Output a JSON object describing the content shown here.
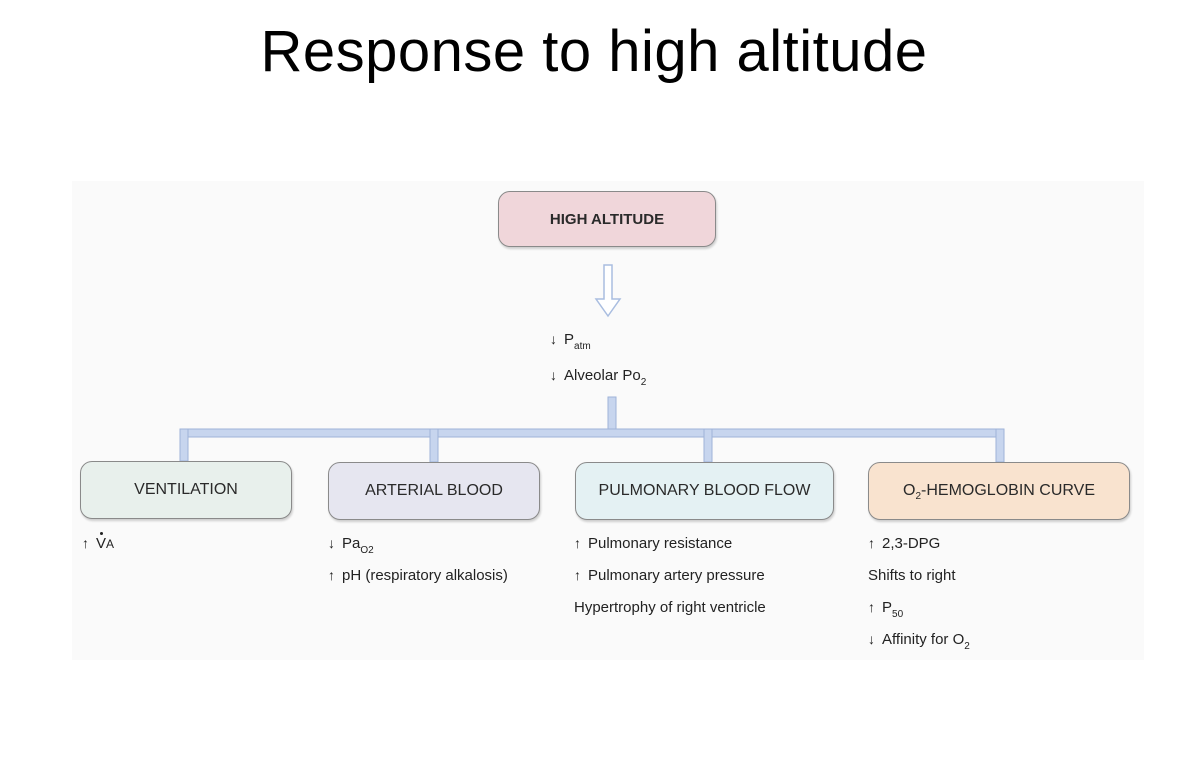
{
  "slide": {
    "title": "Response to high altitude"
  },
  "diagram": {
    "root": "HIGH ALTITUDE",
    "center_effects": [
      {
        "arrow": "↓",
        "text": "P",
        "sub": "atm"
      },
      {
        "arrow": "↓",
        "text": "Alveolar Po",
        "sub": "2"
      }
    ],
    "categories": {
      "ventilation": {
        "label": "VENTILATION",
        "items": [
          {
            "arrow": "↑",
            "text": "V",
            "sub": "A"
          }
        ]
      },
      "arterial": {
        "label": "ARTERIAL BLOOD",
        "items": [
          {
            "arrow": "↓",
            "text": "Pa",
            "sub": "O2"
          },
          {
            "arrow": "↑",
            "text": "pH (respiratory alkalosis)"
          }
        ]
      },
      "pulmonary": {
        "label": "PULMONARY BLOOD FLOW",
        "items": [
          {
            "arrow": "↑",
            "text": "Pulmonary resistance"
          },
          {
            "arrow": "↑",
            "text": "Pulmonary artery pressure"
          },
          {
            "arrow": "",
            "text": "Hypertrophy of right ventricle"
          }
        ]
      },
      "o2curve": {
        "label_prefix": "O",
        "label_sub": "2",
        "label_suffix": "-HEMOGLOBIN CURVE",
        "items": [
          {
            "arrow": "↑",
            "text": "2,3-DPG"
          },
          {
            "arrow": "",
            "text": "Shifts to right"
          },
          {
            "arrow": "↑",
            "text": "P",
            "sub": "50"
          },
          {
            "arrow": "↓",
            "text": "Affinity for O",
            "sub": "2"
          }
        ]
      }
    },
    "colors": {
      "root_fill": "#f0d6da",
      "ventilation_fill": "#e8f0ec",
      "arterial_fill": "#e6e6f0",
      "pulmonary_fill": "#e4f1f3",
      "o2curve_fill": "#f9e3cf",
      "connector": "#b8c8e4"
    }
  }
}
